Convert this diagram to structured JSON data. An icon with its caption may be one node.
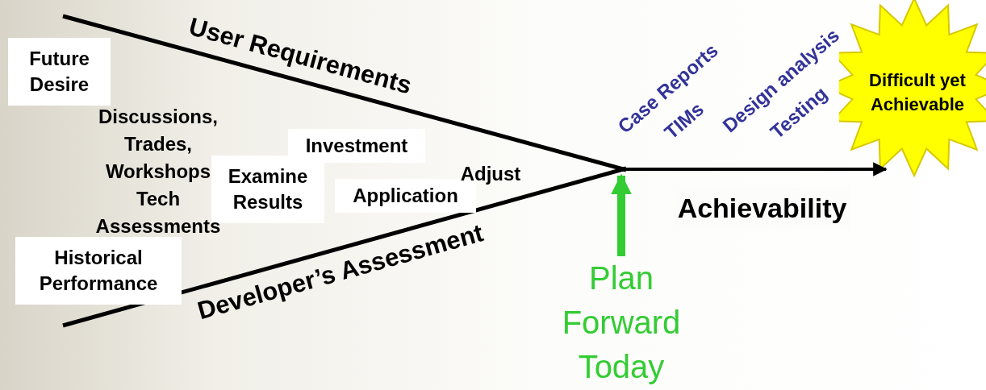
{
  "diagram": {
    "nodes": [
      {
        "text": [
          "Future Desire"
        ]
      },
      {
        "text": [
          "Historical Performance"
        ]
      },
      {
        "text": [
          "Examine Results"
        ]
      },
      {
        "text": [
          "Investment"
        ]
      },
      {
        "text": [
          "Application"
        ]
      },
      {
        "text": [
          "Difficult yet Achievable"
        ]
      },
      {
        "text": [
          "Plan Forward Today"
        ]
      }
    ],
    "edges": [
      {
        "from": null,
        "to": 5,
        "arrow": "to",
        "label": "Achievability"
      },
      {
        "from": 6,
        "to": null,
        "arrow": "to",
        "style": "thick",
        "color": "#33cc33"
      }
    ],
    "labels": [
      "User Requirements",
      "Discussions, Trades, Workshops Tech Assessments",
      "Adjust",
      "Developer’s Assessment",
      "Case Reports",
      "TIMs",
      "Design analysis",
      "Testing"
    ]
  }
}
